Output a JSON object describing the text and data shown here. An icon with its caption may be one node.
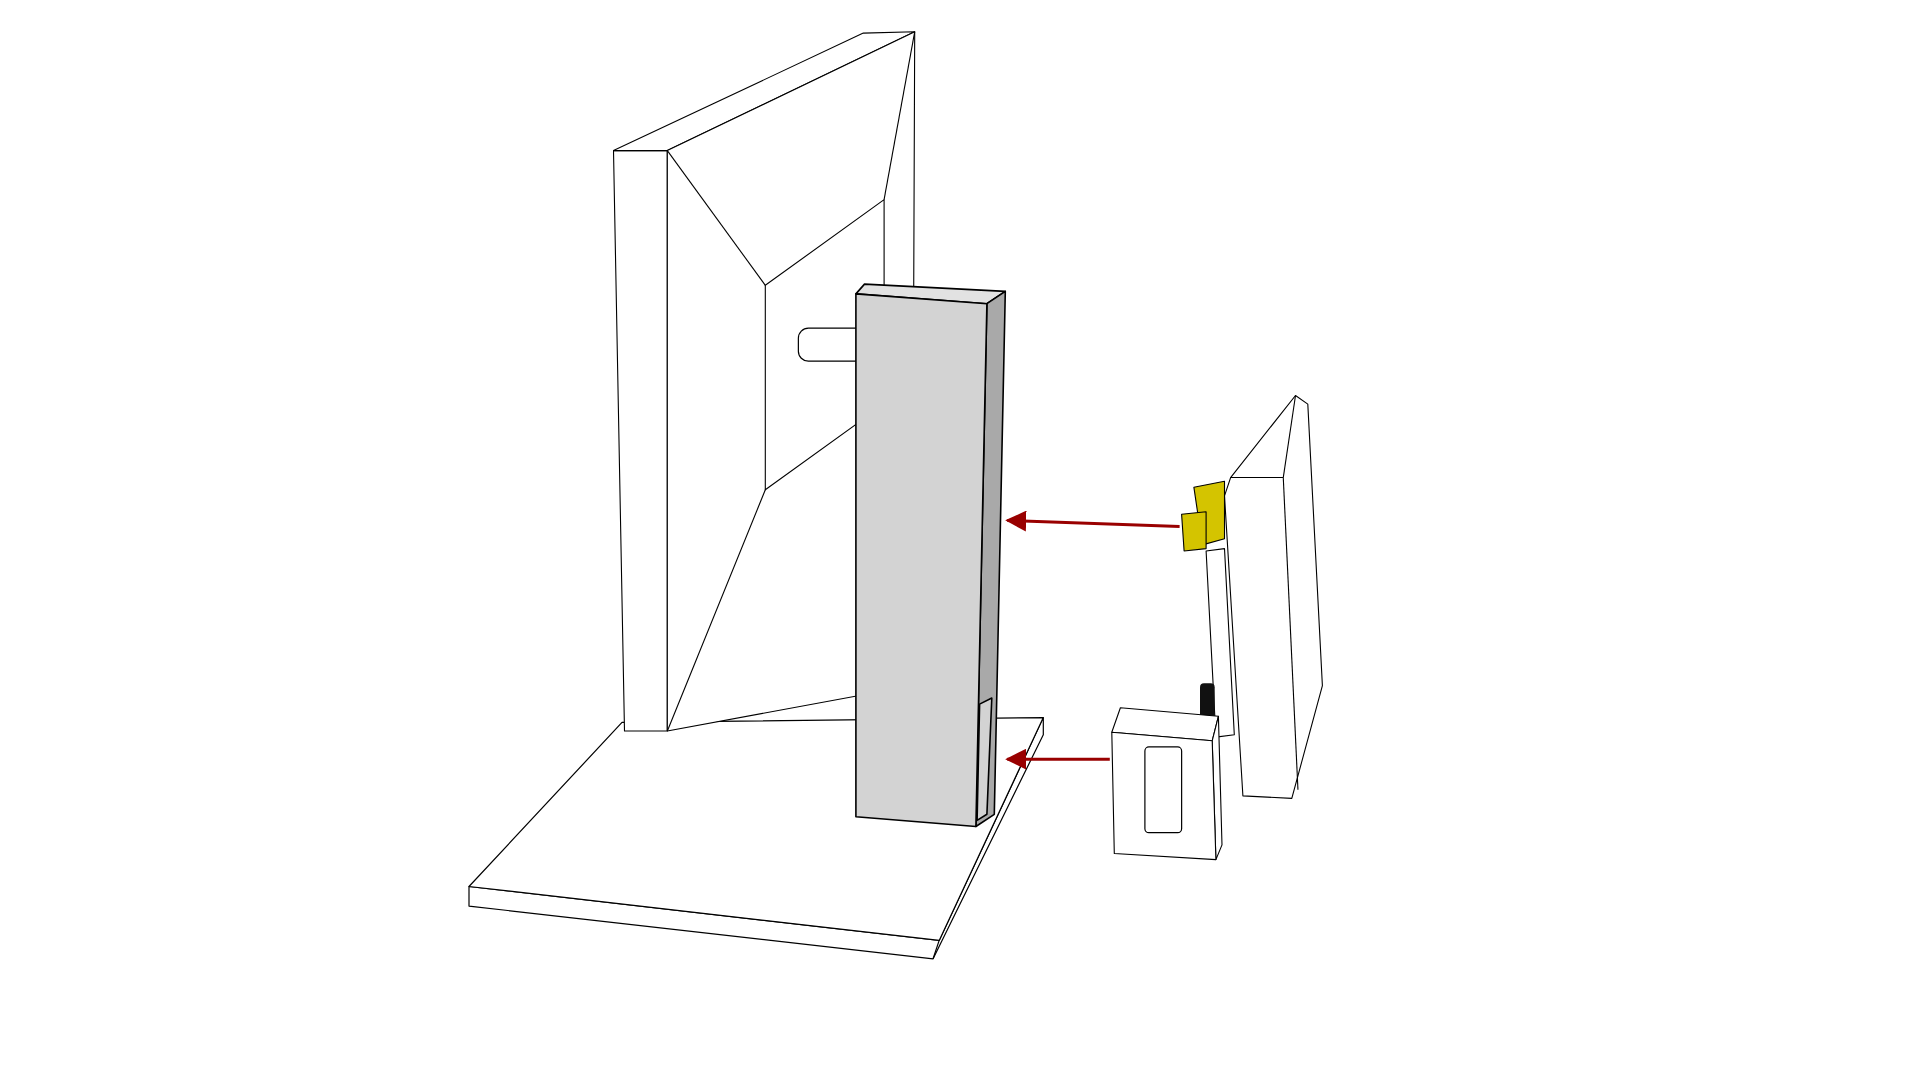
{
  "diagram": {
    "nodes": [
      {
        "text": [],
        "shape": "picture"
      },
      {
        "text": [],
        "shape": "box"
      },
      {
        "text": [],
        "shape": "picture"
      },
      {
        "text": [],
        "shape": "picture"
      },
      {
        "text": [],
        "shape": "picture"
      }
    ],
    "edges": [
      {
        "from": 2,
        "to": 1,
        "arrow": "to"
      },
      {
        "from": 4,
        "to": 1,
        "arrow": "to"
      }
    ]
  }
}
